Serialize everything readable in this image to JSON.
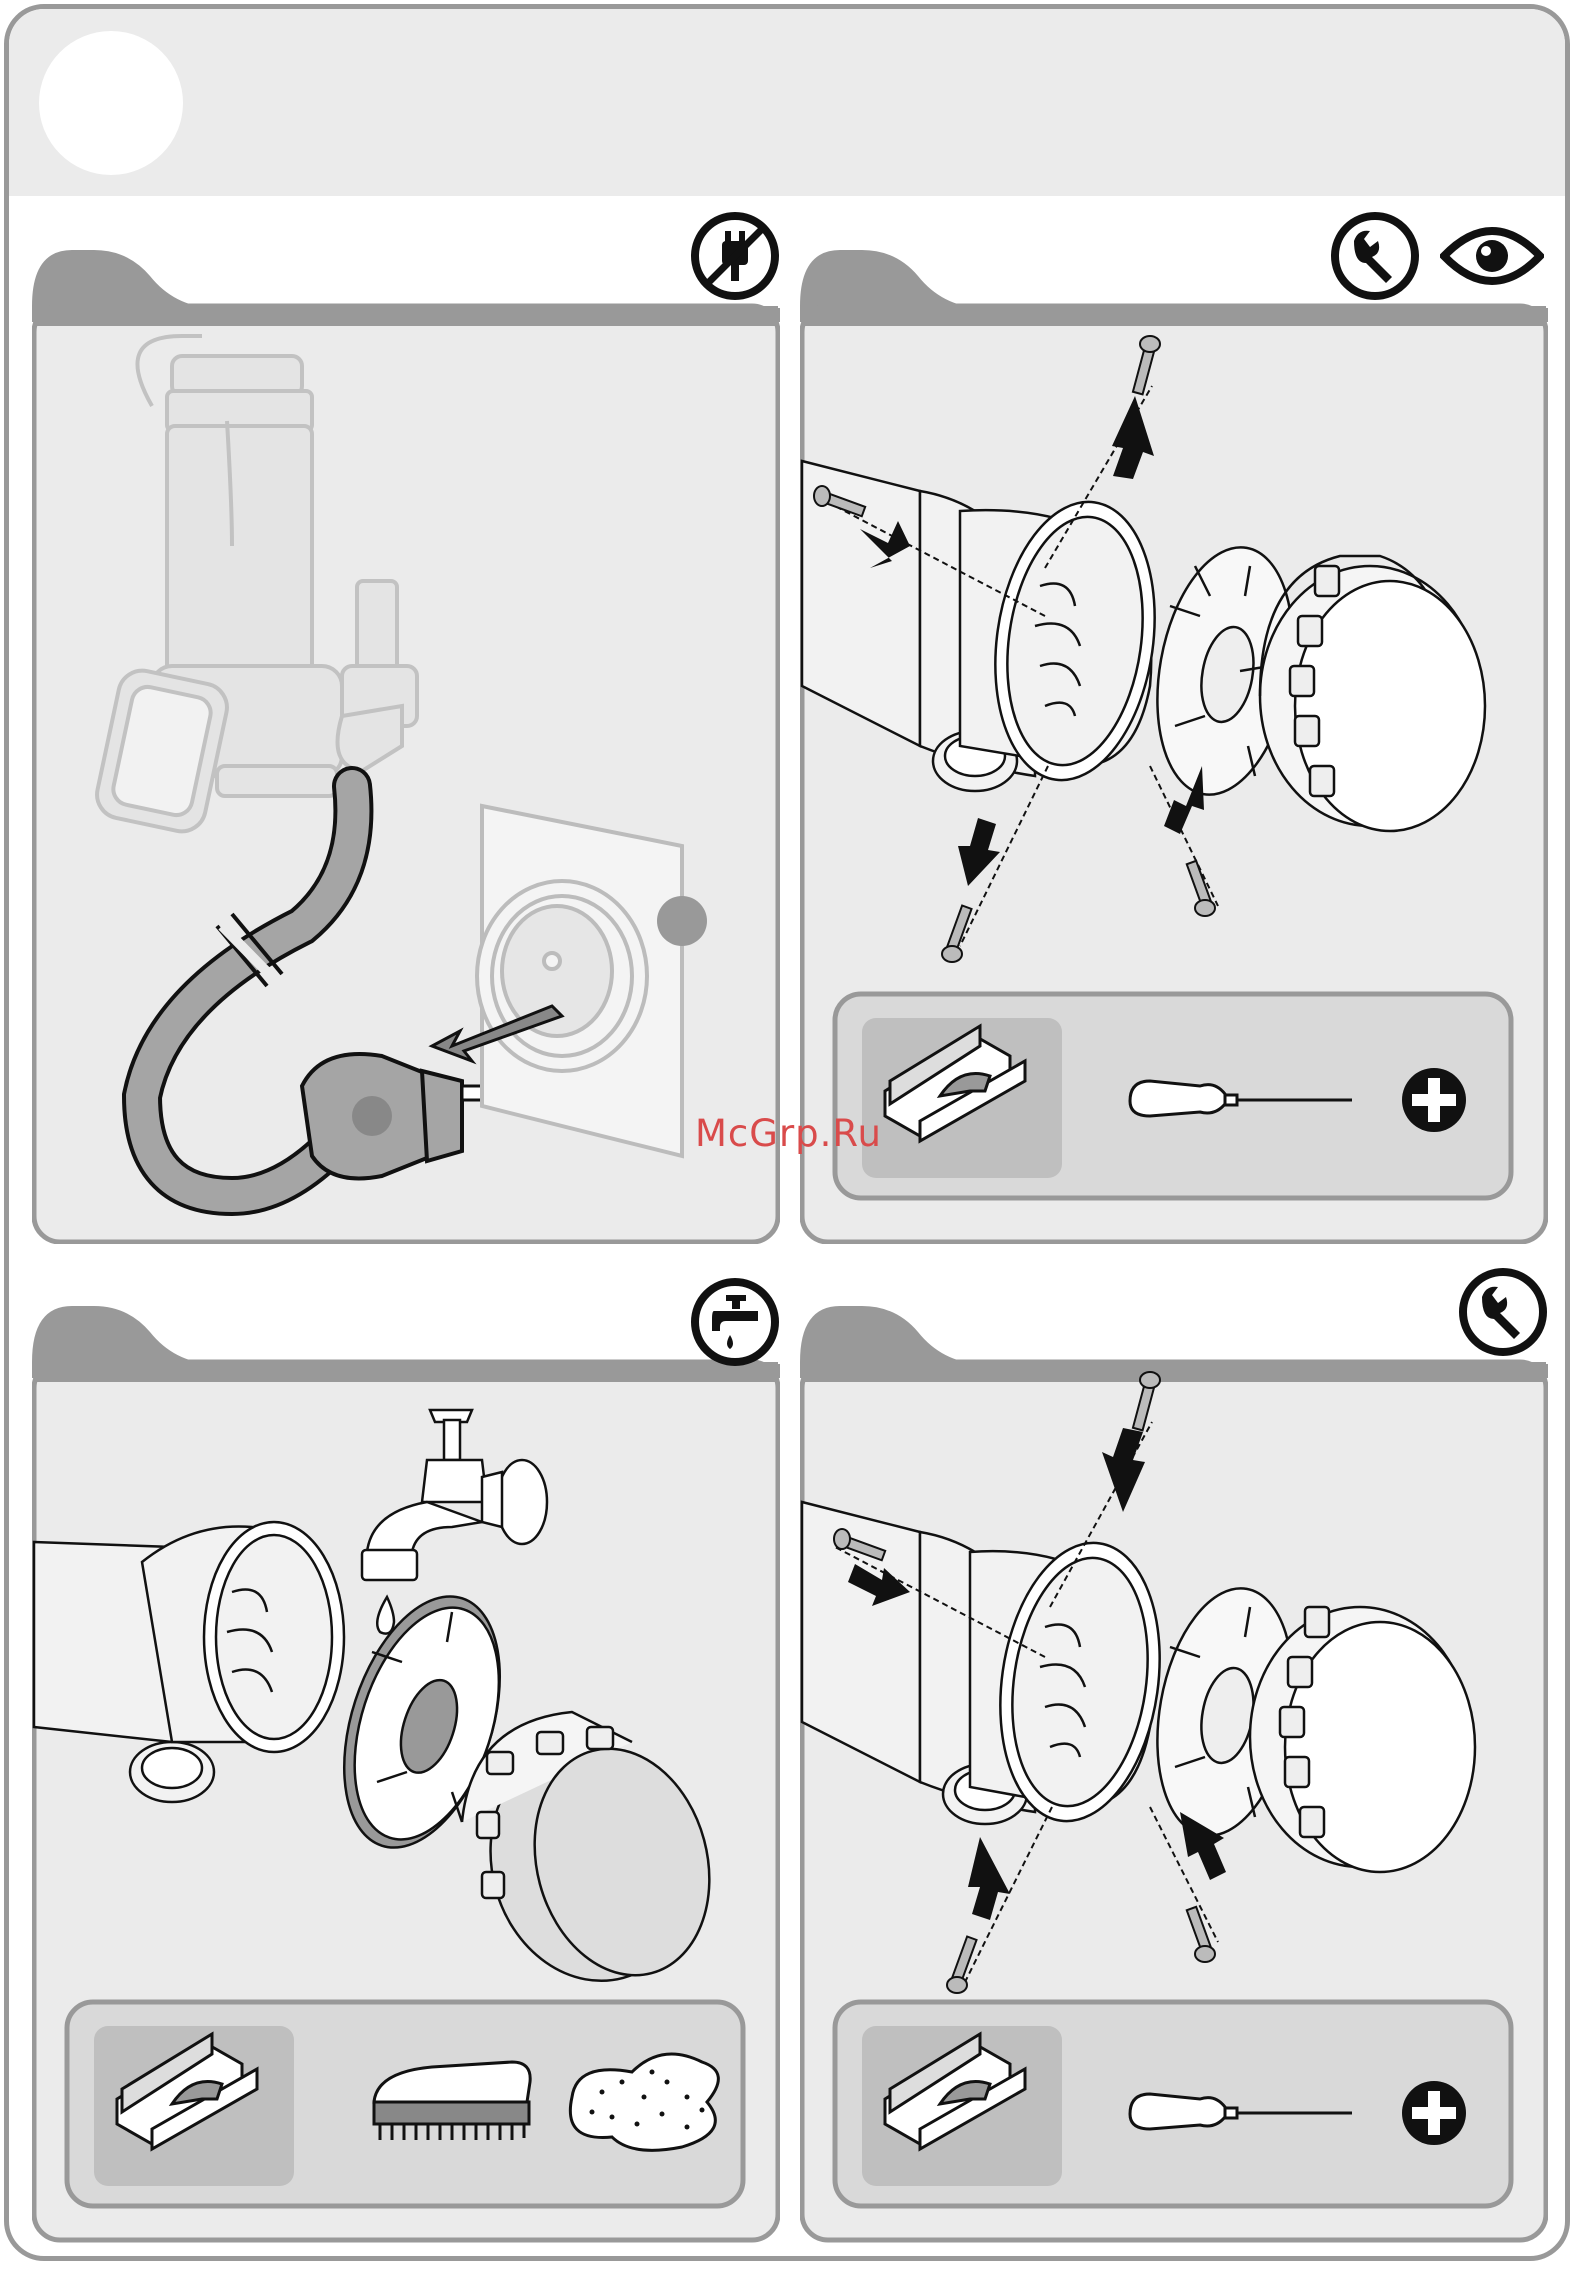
{
  "watermark": "McGrp.Ru",
  "colors": {
    "frame": "#999999",
    "panel_bg": "#ebebeb",
    "tab": "#999999",
    "tool_box": "#d9d9d9",
    "tool_inner": "#bfbfbf",
    "line": "#111111",
    "watermark": "#d94b4b"
  },
  "panels": [
    {
      "id": "unplug",
      "icons": [
        "no-plug-icon"
      ]
    },
    {
      "id": "disassemble",
      "icons": [
        "wrench-icon",
        "eye-icon"
      ],
      "tools": [
        "base-slide-icon",
        "screwdriver-icon",
        "phillips-icon"
      ]
    },
    {
      "id": "clean",
      "icons": [
        "tap-water-icon"
      ],
      "tools": [
        "base-slide-icon",
        "brush-icon",
        "sponge-icon"
      ]
    },
    {
      "id": "reassemble",
      "icons": [
        "wrench-icon"
      ],
      "tools": [
        "base-slide-icon",
        "screwdriver-icon",
        "phillips-icon"
      ]
    }
  ]
}
